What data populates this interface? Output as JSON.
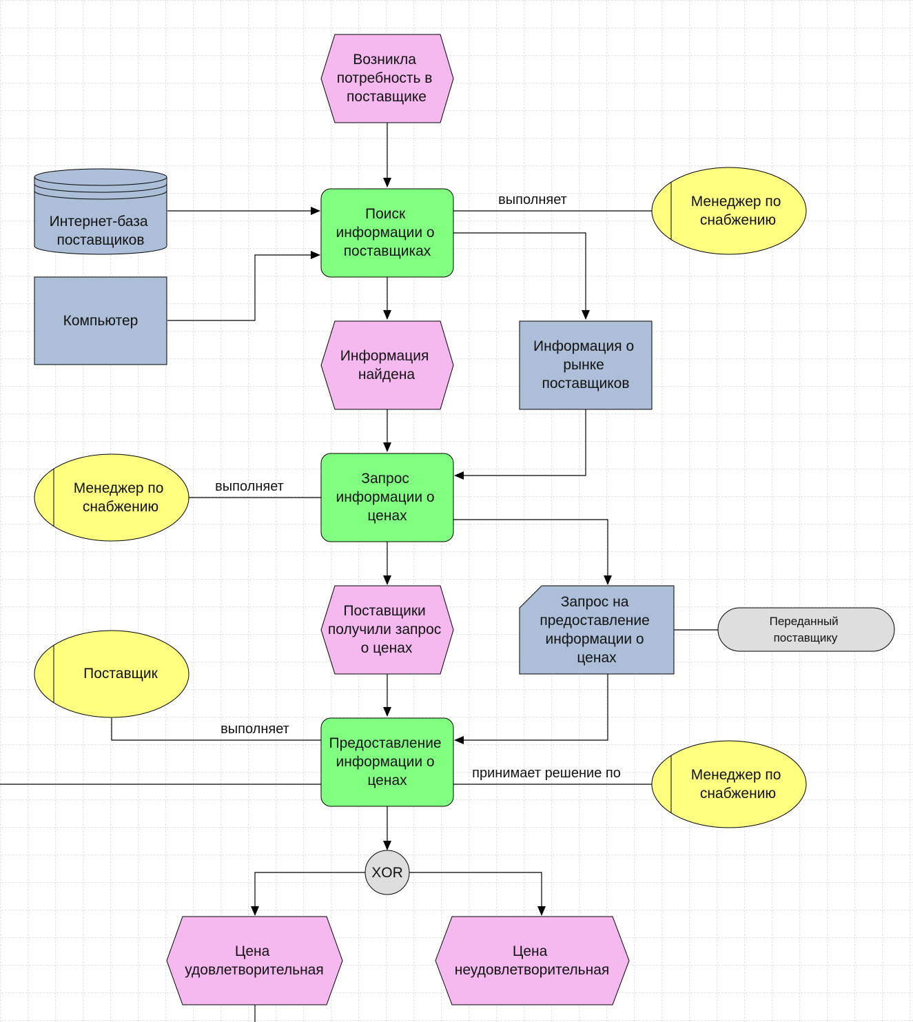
{
  "diagram": {
    "events": {
      "need_supplier": [
        "Возникла",
        "потребность в",
        "поставщике"
      ],
      "info_found": [
        "Информация",
        "найдена"
      ],
      "suppliers_got_request": [
        "Поставщики",
        "получили запрос",
        "о ценах"
      ],
      "price_ok": [
        "Цена",
        "удовлетворительная"
      ],
      "price_not_ok": [
        "Цена",
        "неудовлетворительная"
      ]
    },
    "functions": {
      "search_info": [
        "Поиск",
        "информации о",
        "поставщиках"
      ],
      "price_request": [
        "Запрос",
        "информации о",
        "ценах"
      ],
      "provide_info": [
        "Предоставление",
        "информации о",
        "ценах"
      ]
    },
    "info_objects": {
      "market_info": [
        "Информация о",
        "рынке",
        "поставщиков"
      ],
      "price_request_doc": [
        "Запрос на",
        "предоставление",
        "информации о",
        "ценах"
      ]
    },
    "systems": {
      "internet_db": [
        "Интернет-база",
        "поставщиков"
      ],
      "computer": [
        "Компьютер"
      ]
    },
    "org_units": {
      "manager_1": [
        "Менеджер по",
        "снабжению"
      ],
      "manager_2": [
        "Менеджер по",
        "снабжению"
      ],
      "supplier": [
        "Поставщик"
      ],
      "manager_3": [
        "Менеджер по",
        "снабжению"
      ]
    },
    "status": {
      "transferred": [
        "Переданный",
        "поставщику"
      ]
    },
    "connector": {
      "xor": "XOR"
    },
    "edge_labels": {
      "executes_1": "выполняет",
      "executes_2": "выполняет",
      "executes_3": "выполняет",
      "decides": "принимает решение по"
    },
    "colors": {
      "event": "#f5b8ef",
      "function": "#80ff80",
      "info": "#adbfd8",
      "org": "#ffff80",
      "status": "#dedede",
      "grid": "#c8c8c8"
    }
  }
}
